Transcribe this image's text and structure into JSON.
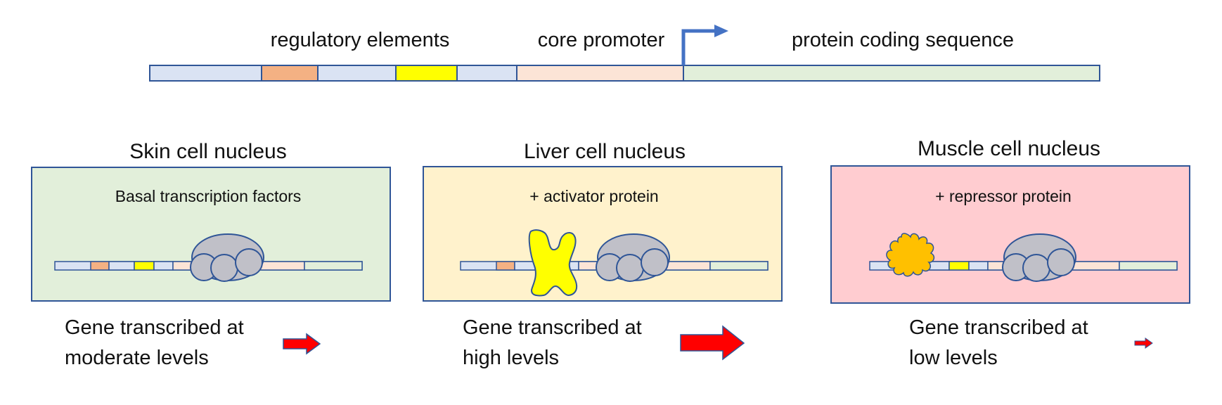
{
  "gene": {
    "label_regulatory": "regulatory elements",
    "label_promoter": "core promoter",
    "label_coding": "protein coding sequence"
  },
  "colors": {
    "regulatory": "#dae3f3",
    "element_orange": "#f4b183",
    "element_yellow": "#ffff00",
    "promoter": "#fce4d6",
    "coding": "#e2efda",
    "outline": "#2f5597",
    "tss_arrow": "#4472c4",
    "polymerase": "#c0c0c8",
    "activator": "#ffff00",
    "repressor": "#ffc000",
    "expression_arrow": "#ff0000",
    "skin_bg": "#e2efda",
    "liver_bg": "#fff2cc",
    "muscle_bg": "#ffccd0"
  },
  "panels": [
    {
      "title": "Skin cell nucleus",
      "subtitle": "Basal transcription factors",
      "result_line1": "Gene transcribed at",
      "result_line2": "moderate levels",
      "expression_level": "moderate"
    },
    {
      "title": "Liver cell nucleus",
      "subtitle": "+ activator protein",
      "result_line1": "Gene transcribed at",
      "result_line2": "high levels",
      "expression_level": "high"
    },
    {
      "title": "Muscle cell nucleus",
      "subtitle": "+ repressor protein",
      "result_line1": "Gene transcribed at",
      "result_line2": "low levels",
      "expression_level": "low"
    }
  ]
}
